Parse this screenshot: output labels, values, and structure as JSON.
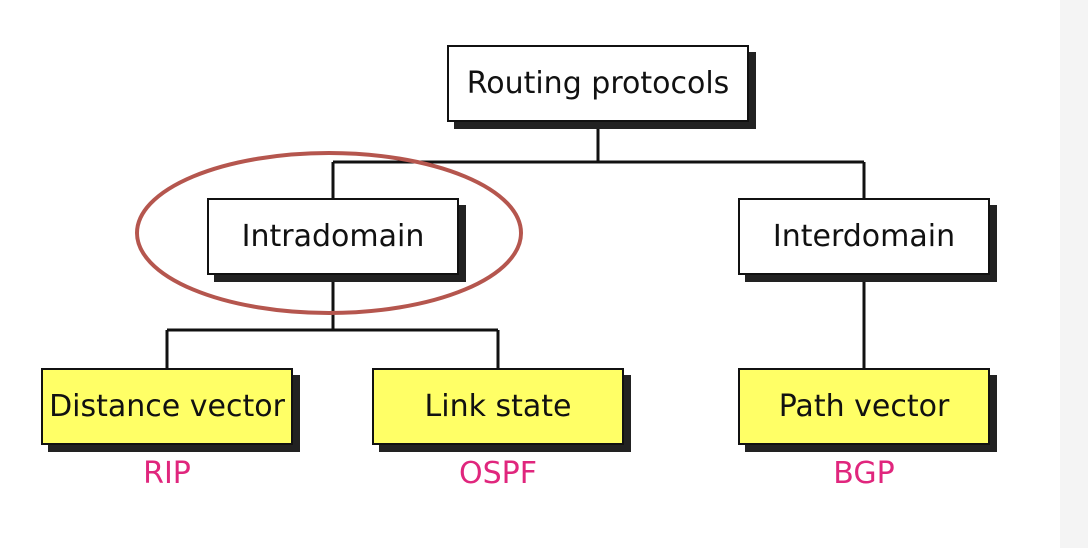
{
  "diagram": {
    "root": "Routing protocols",
    "intradomain": "Intradomain",
    "interdomain": "Interdomain",
    "distance_vector": "Distance vector",
    "link_state": "Link state",
    "path_vector": "Path vector",
    "protocols": {
      "rip": "RIP",
      "ospf": "OSPF",
      "bgp": "BGP"
    }
  },
  "colors": {
    "leaf_fill": "#ffff66",
    "protocol_text": "#e0267d",
    "highlight_ellipse": "#b5564e"
  }
}
